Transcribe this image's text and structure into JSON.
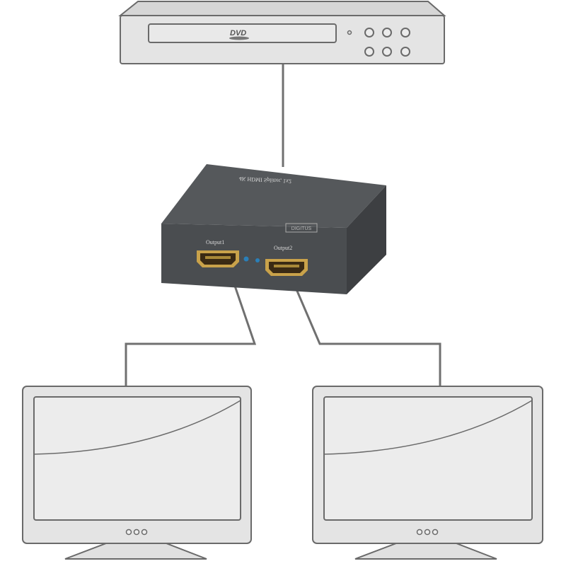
{
  "dvd_player": {
    "logo_text": "DVD"
  },
  "splitter": {
    "top_label": "4K HDMI Splitter, 1x2",
    "brand": "DIGITUS",
    "port1_label": "Output1",
    "port2_label": "Output2"
  },
  "colors": {
    "device_fill": "#e4e4e4",
    "outline": "#6a6a6a",
    "cable": "#707070",
    "splitter_body": "#4a4d50",
    "port_gold": "#c9a24a",
    "led_blue": "#2a7fb8"
  }
}
